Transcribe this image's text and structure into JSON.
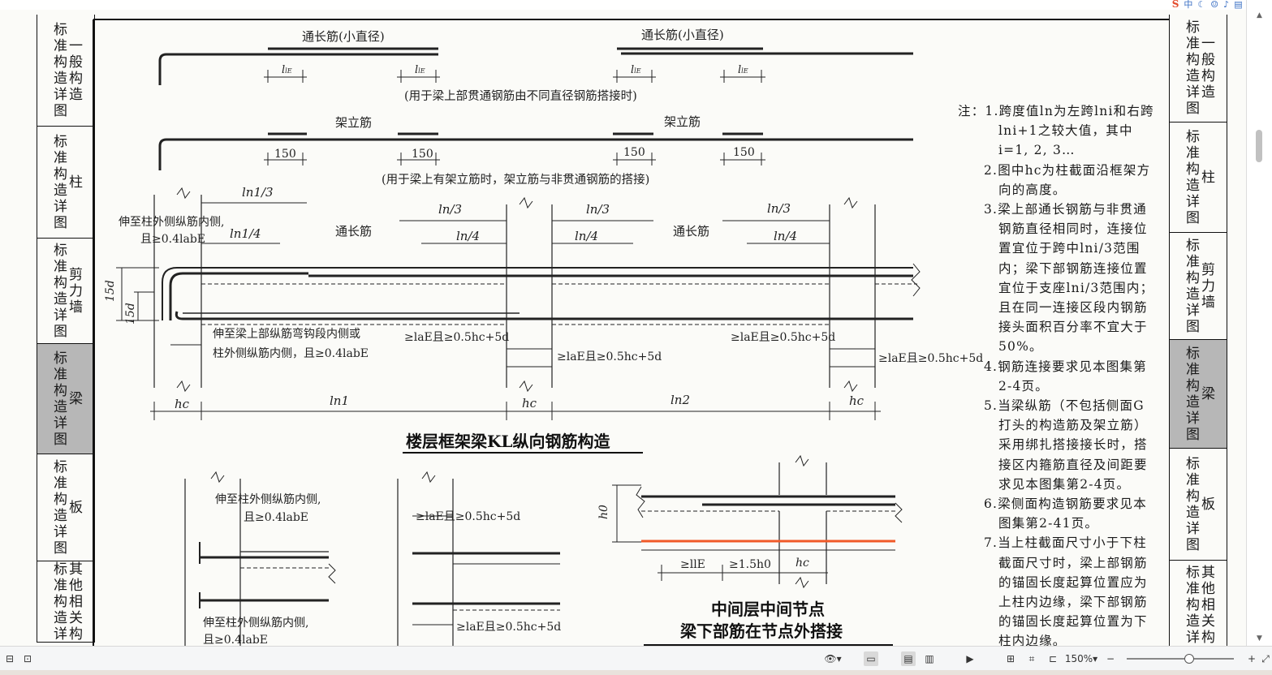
{
  "app": {
    "tray_brand": "S",
    "tray_ime": "中"
  },
  "tabs_left": [
    {
      "chars": [
        "标",
        "准",
        "构",
        "造",
        "详",
        "图"
      ],
      "label": [
        "一",
        "般",
        "构",
        "造"
      ],
      "active": false
    },
    {
      "chars": [
        "标",
        "准",
        "构",
        "造",
        "详",
        "图"
      ],
      "label": [
        "柱"
      ],
      "active": false
    },
    {
      "chars": [
        "标",
        "准",
        "构",
        "造",
        "详",
        "图"
      ],
      "label": [
        "剪",
        "力",
        "墙"
      ],
      "active": false
    },
    {
      "chars": [
        "标",
        "准",
        "构",
        "造",
        "详",
        "图"
      ],
      "label": [
        "梁"
      ],
      "active": true
    },
    {
      "chars": [
        "标",
        "准",
        "构",
        "造",
        "详",
        "图"
      ],
      "label": [
        "板"
      ],
      "active": false
    },
    {
      "chars": [
        "标",
        "准",
        "构",
        "造",
        "详"
      ],
      "label": [
        "其",
        "他",
        "相",
        "关",
        "构"
      ],
      "active": false
    }
  ],
  "tabs_right": [
    {
      "chars": [
        "标",
        "准",
        "构",
        "造",
        "详",
        "图"
      ],
      "label": [
        "一",
        "般",
        "构",
        "造"
      ],
      "active": false
    },
    {
      "chars": [
        "标",
        "准",
        "构",
        "造",
        "详",
        "图"
      ],
      "label": [
        "柱"
      ],
      "active": false
    },
    {
      "chars": [
        "标",
        "准",
        "构",
        "造",
        "详",
        "图"
      ],
      "label": [
        "剪",
        "力",
        "墙"
      ],
      "active": false
    },
    {
      "chars": [
        "标",
        "准",
        "构",
        "造",
        "详",
        "图"
      ],
      "label": [
        "梁"
      ],
      "active": true
    },
    {
      "chars": [
        "标",
        "准",
        "构",
        "造",
        "详",
        "图"
      ],
      "label": [
        "板"
      ],
      "active": false
    },
    {
      "chars": [
        "标",
        "准",
        "构",
        "造",
        "详"
      ],
      "label": [
        "其",
        "他",
        "相",
        "关",
        "构"
      ],
      "active": false
    }
  ],
  "drawing": {
    "label_through_small": "通长筋(小直径)",
    "label_lle": "l",
    "label_lle_sub": "lE",
    "caption1": "(用于梁上部贯通钢筋由不同直径钢筋搭接时)",
    "label_erect": "架立筋",
    "label_150": "150",
    "caption2": "(用于梁上有架立筋时，架立筋与非贯通钢筋的搭接)",
    "ln1_3": "ln1/3",
    "ln1_4": "ln1/4",
    "ln_3": "ln/3",
    "ln_4": "ln/4",
    "through": "通长筋",
    "col_note1a": "伸至柱外侧纵筋内侧,",
    "col_note1b": "且≥0.4labE",
    "d15": "15d",
    "bottom_note1a": "伸至梁上部纵筋弯钩段内侧或",
    "bottom_note1b": "柱外侧纵筋内侧，且≥0.4labE",
    "lae_cond": "≥laE且≥0.5hc+5d",
    "hc": "hc",
    "ln1": "ln1",
    "ln2": "ln2",
    "title_main": "楼层框架梁KL纵向钢筋构造",
    "lower_note_a": "伸至柱外侧纵筋内侧,",
    "lower_note_b": "且≥0.4labE",
    "lower_note_c": "伸至柱外侧纵筋内侧,",
    "lower_note_d": "且≥0.4labE",
    "lower_cond": "≥laE且≥0.5hc+5d",
    "h0": "h0",
    "lle_ge": "≥llE",
    "h15": "≥1.5h0",
    "title_mid_a": "中间层中间节点",
    "title_mid_b": "梁下部筋在节点外搭接",
    "highlight_color": "#f05a28"
  },
  "notes": [
    {
      "prefix": "注：1.",
      "text": "跨度值ln为左跨lni和右跨lni+1之较大值，其中i=1, 2, 3…"
    },
    {
      "prefix": "2.",
      "text": "图中hc为柱截面沿框架方向的高度。"
    },
    {
      "prefix": "3.",
      "text": "梁上部通长钢筋与非贯通钢筋直径相同时，连接位置宜位于跨中lni/3范围内；梁下部钢筋连接位置宜位于支座lni/3范围内；且在同一连接区段内钢筋接头面积百分率不宜大于50%。"
    },
    {
      "prefix": "4.",
      "text": "钢筋连接要求见本图集第2-4页。"
    },
    {
      "prefix": "5.",
      "text": "当梁纵筋（不包括侧面G打头的构造筋及架立筋）采用绑扎搭接接长时，搭接区内箍筋直径及间距要求见本图集第2-4页。"
    },
    {
      "prefix": "6.",
      "text": "梁侧面构造钢筋要求见本图集第2-41页。"
    },
    {
      "prefix": "7.",
      "text": "当上柱截面尺寸小于下柱截面尺寸时，梁上部钢筋的锚固长度起算位置应为上柱内边缘，梁下部钢筋的锚固长度起算位置为下柱内边缘。"
    }
  ],
  "statusbar": {
    "zoom": "150%",
    "zoom_fraction": 0.58
  }
}
